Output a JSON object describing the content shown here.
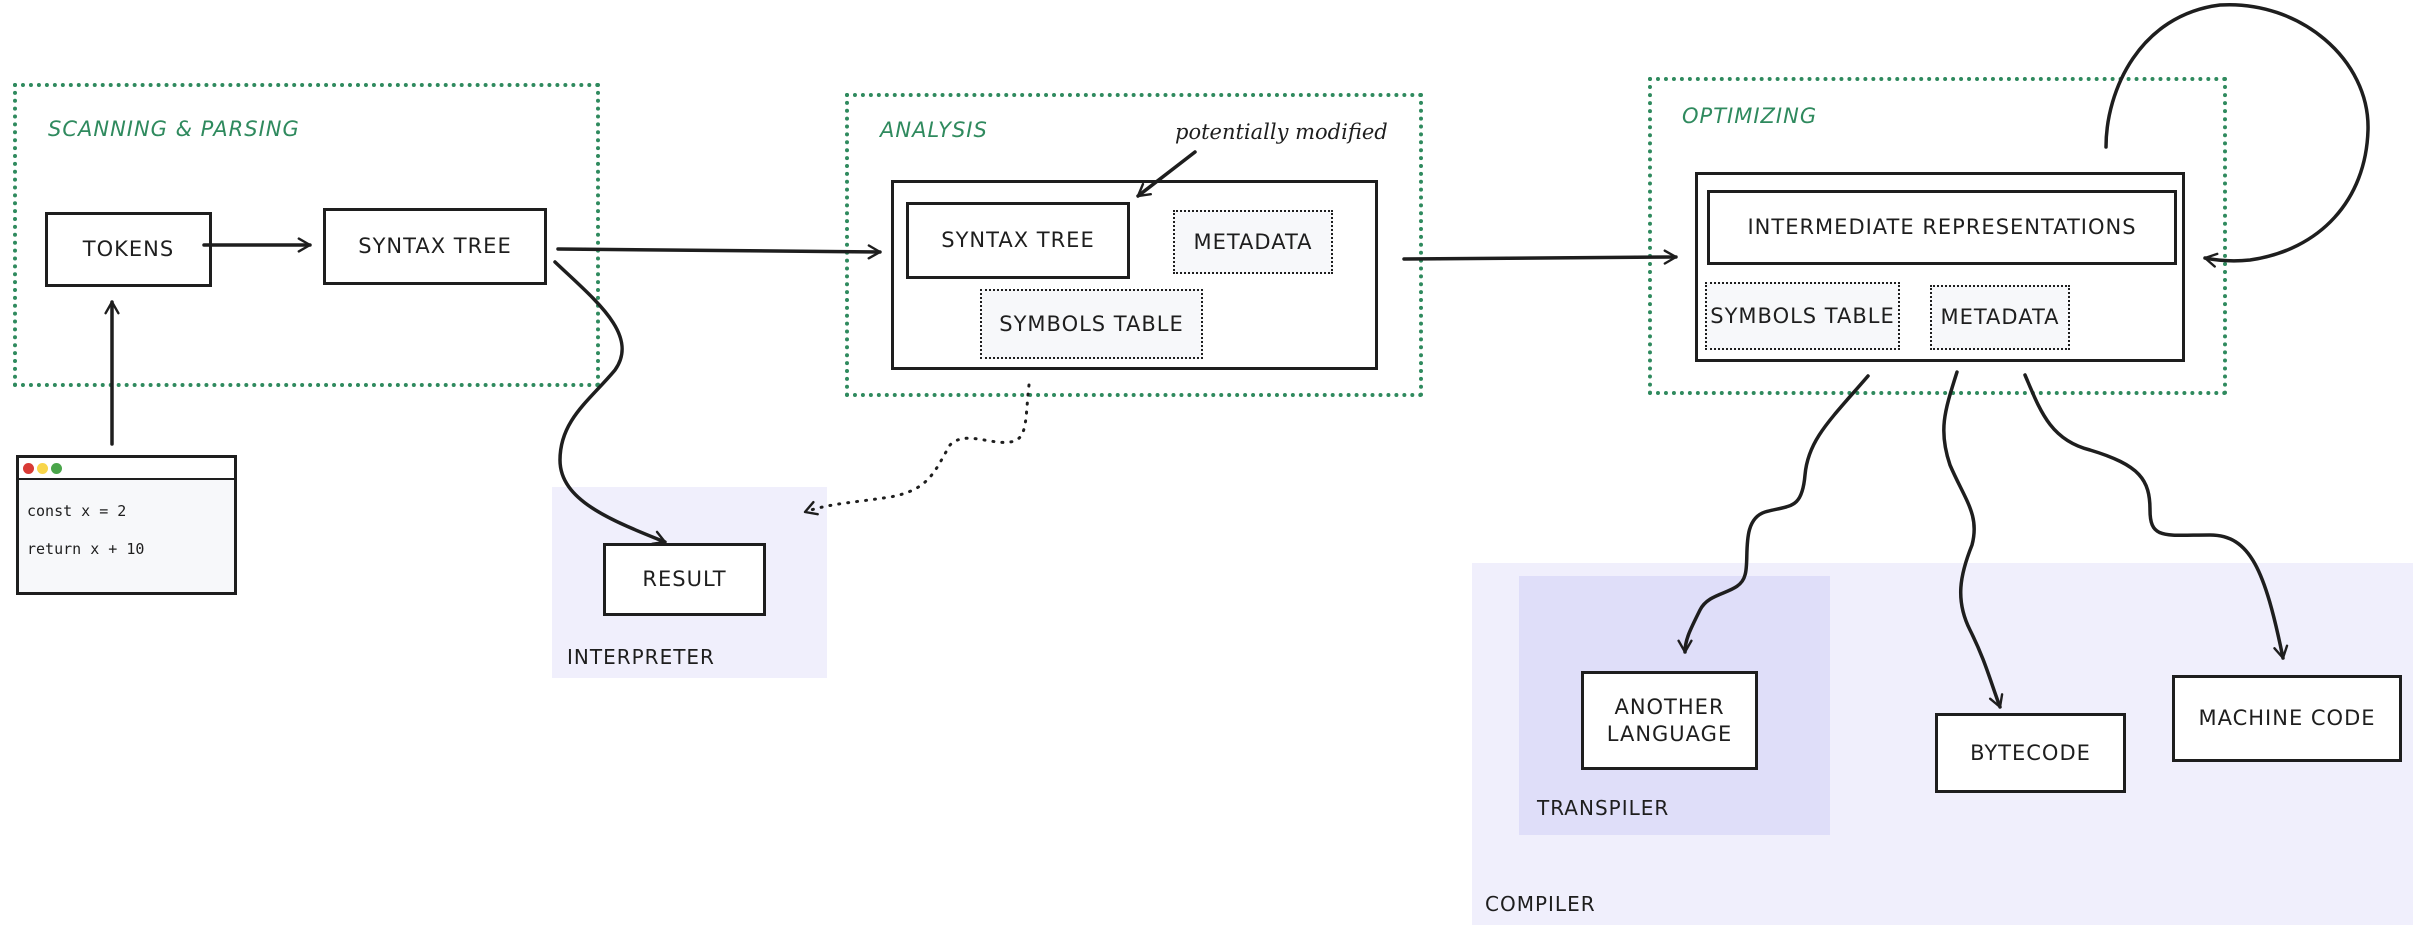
{
  "groups": {
    "scanning": {
      "label": "SCANNING & PARSING"
    },
    "analysis": {
      "label": "ANALYSIS"
    },
    "optimizing": {
      "label": "OPTIMIZING"
    }
  },
  "regions": {
    "interpreter": {
      "label": "INTERPRETER"
    },
    "compiler": {
      "label": "COMPILER"
    },
    "transpiler": {
      "label": "TRANSPILER"
    }
  },
  "nodes": {
    "tokens": "TOKENS",
    "syntax_tree": "SYNTAX TREE",
    "analysis_syntax_tree": "SYNTAX TREE",
    "analysis_metadata": "METADATA",
    "analysis_symbols_table": "SYMBOLS TABLE",
    "intermediate_representations": "INTERMEDIATE REPRESENTATIONS",
    "opt_symbols_table": "SYMBOLS TABLE",
    "opt_metadata": "METADATA",
    "result": "RESULT",
    "another_language": "ANOTHER LANGUAGE",
    "bytecode": "BYTECODE",
    "machine_code": "MACHINE CODE"
  },
  "annotations": {
    "potentially_modified": "potentially modified"
  },
  "code_window": {
    "lines": [
      "const x = 2",
      "return x + 10"
    ],
    "dots": [
      "#d83a35",
      "#f8d54a",
      "#4aa54a"
    ]
  },
  "colors": {
    "group_border": "#2f8a5e",
    "stroke": "#1e1e1e",
    "compiler_bg": "#f0effc",
    "transpiler_bg": "#dfdef9"
  }
}
